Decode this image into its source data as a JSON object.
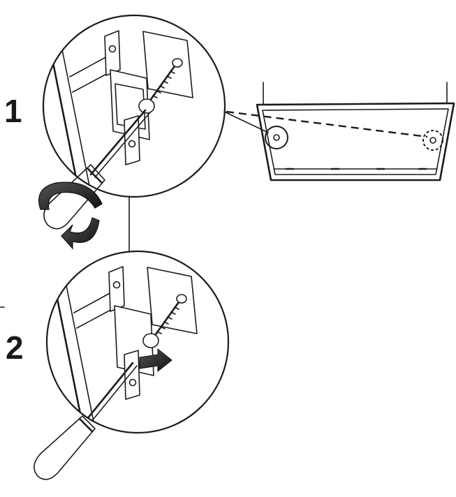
{
  "steps": [
    {
      "number": "1",
      "action": "loosen-screw"
    },
    {
      "number": "2",
      "action": "slide-latch-out"
    }
  ],
  "colors": {
    "line": "#1b1b1b",
    "background": "#ffffff",
    "handle_shade": "#b8b8b8",
    "arrow_shade": "#2a2a2a"
  },
  "icons": [
    "screwdriver-icon",
    "rotation-arrow-icon",
    "push-arrow-icon"
  ]
}
